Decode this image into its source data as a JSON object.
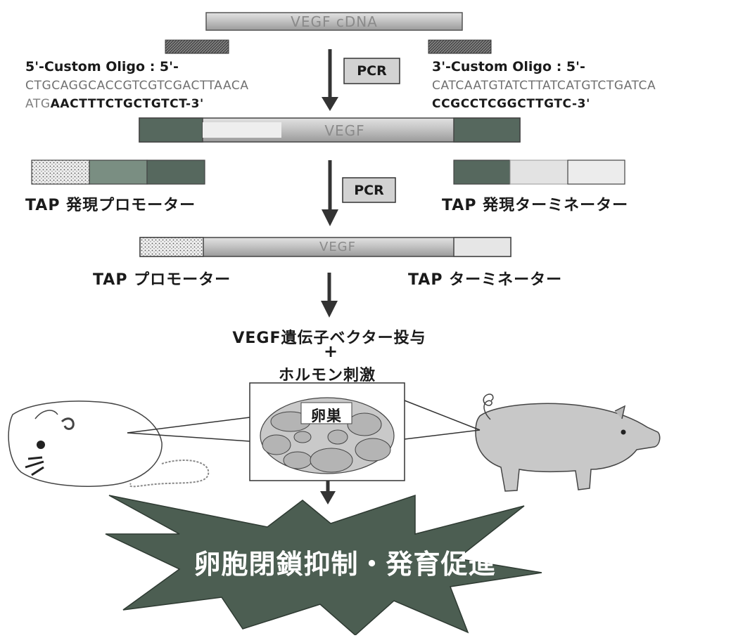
{
  "bars": {
    "cdna": "VEGF cDNA",
    "vegf_middle": "VEGF",
    "vegf_final": "VEGF"
  },
  "oligo_left": {
    "title": "5'-Custom Oligo : 5'-",
    "line1": "CTGCAGGCACCGTCGTCGACTTAACA",
    "line2_prefix": "ATG",
    "line2_bold": "AACTTTCTGCTGTCT-3'"
  },
  "oligo_right": {
    "title": "3'-Custom Oligo : 5'-",
    "line1": "CATCAATGTATCTTATCATGTCTGATCA",
    "line2": "CCGCCTCGGCTTGTC-3'"
  },
  "steps": {
    "pcr1": "PCR",
    "pcr2": "PCR"
  },
  "labels": {
    "tap_promoter_expr": "TAP 発現プロモーター",
    "tap_terminator_expr": "TAP 発現ターミネーター",
    "tap_promoter": "TAP プロモーター",
    "tap_terminator": "TAP ターミネーター",
    "vector": "VEGF遺伝子ベクター投与",
    "plus": "+",
    "hormone": "ホルモン刺激",
    "ovary": "卵巣",
    "result": "卵胞閉鎖抑制・発育促進"
  },
  "colors": {
    "bar_gray": "#b8b8b8",
    "dark_green": "#56685e",
    "mid_green": "#7a8e82",
    "light_box": "#e6e6e6",
    "pcr_box": "#d2d2d2",
    "star": "#4c5e52",
    "ovary": "#c9c9c9"
  },
  "icons": [
    "down-arrow-icon",
    "mouse-illustration",
    "pig-illustration",
    "ovary-illustration",
    "burst-star-shape"
  ]
}
